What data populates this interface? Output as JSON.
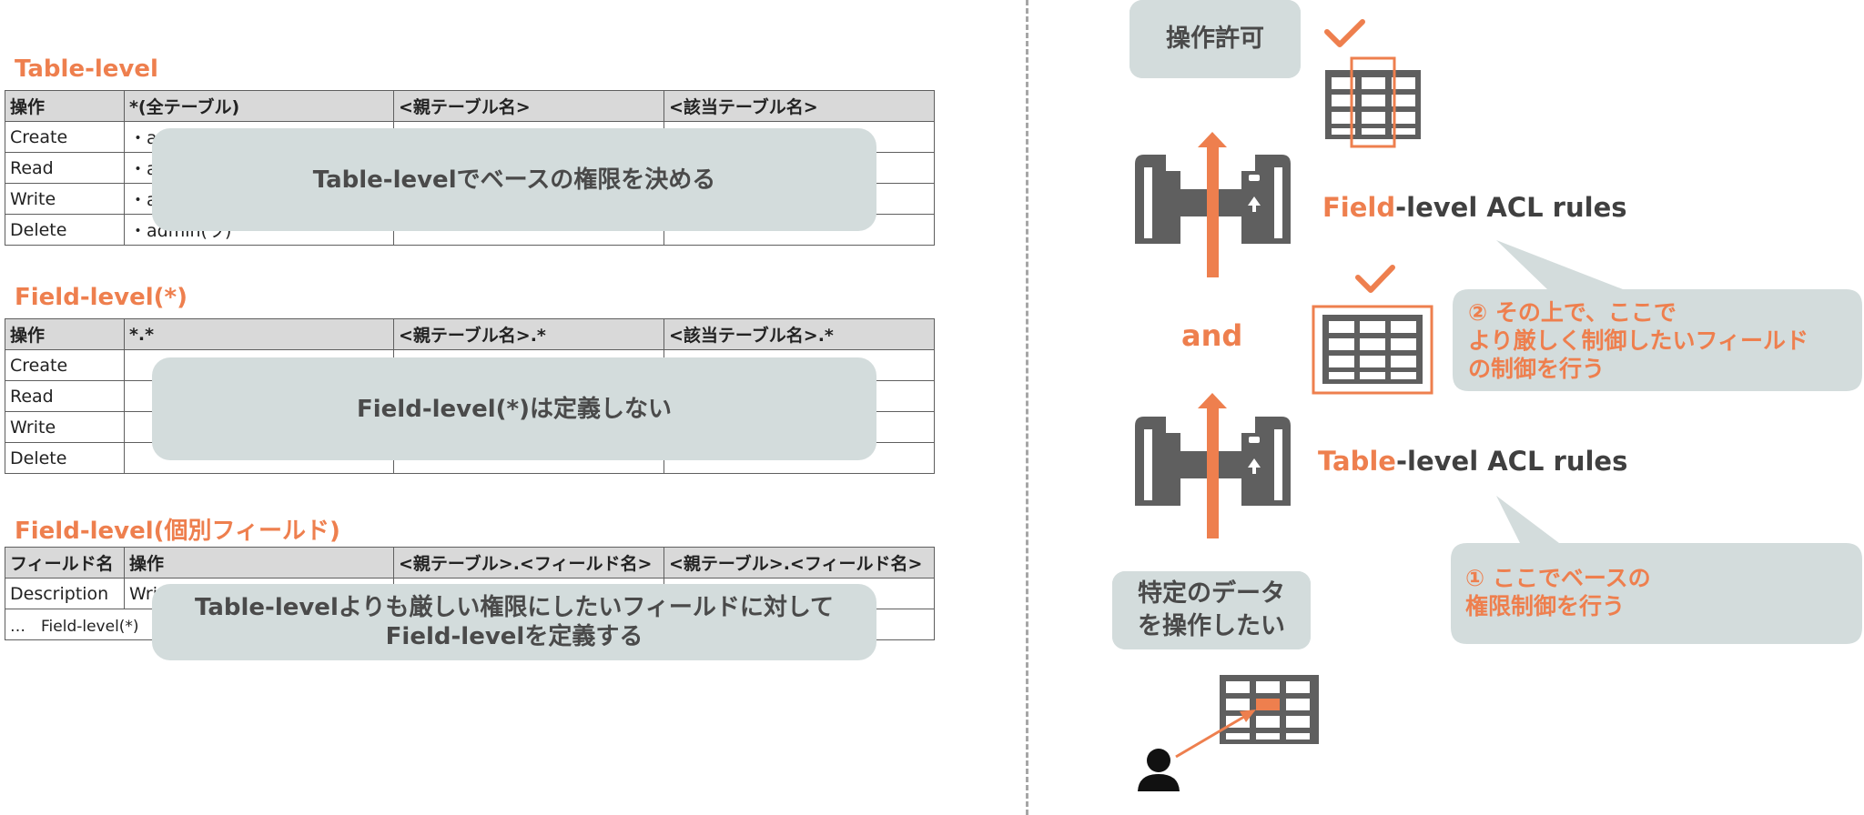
{
  "left": {
    "table_section": {
      "title": "Table-level",
      "headers": [
        "操作",
        "*(全テーブル)",
        "<親テーブル名>",
        "<該当テーブル名>"
      ],
      "rows": [
        [
          "Create",
          "・a",
          "",
          ""
        ],
        [
          "Read",
          "・a",
          "",
          ""
        ],
        [
          "Write",
          "・a",
          "",
          ""
        ],
        [
          "Delete",
          "・admin(ワ)",
          "",
          ""
        ]
      ],
      "overlay": "Table-levelでベースの権限を決める"
    },
    "field_star_section": {
      "title": "Field-level(*)",
      "headers": [
        "操作",
        "*.*",
        "<親テーブル名>.*",
        "<該当テーブル名>.*"
      ],
      "rows": [
        [
          "Create",
          "",
          "",
          ""
        ],
        [
          "Read",
          "",
          "",
          ""
        ],
        [
          "Write",
          "",
          "",
          ""
        ],
        [
          "Delete",
          "",
          "",
          ""
        ]
      ],
      "overlay": "Field-level(*)は定義しない"
    },
    "field_individual_section": {
      "title": "Field-level(個別フィールド)",
      "headers": [
        "フィールド名",
        "操作",
        "<親テーブル>.<フィールド名>",
        "<親テーブル>.<フィールド名>"
      ],
      "rows": [
        [
          "Description",
          "Wri",
          "",
          ""
        ],
        [
          "…　Field-level(*)",
          "",
          "",
          ""
        ]
      ],
      "overlay_line1": "Table-levelよりも厳しい権限にしたいフィールドに対して",
      "overlay_line2": "Field-levelを定義する"
    }
  },
  "right": {
    "permission_pill": "操作許可",
    "field_rule": {
      "highlight": "Field",
      "rest": "-level ACL rules"
    },
    "table_rule": {
      "highlight": "Table",
      "rest": "-level ACL rules"
    },
    "and_label": "and",
    "callout_2": {
      "line1": "② その上で、ここで",
      "line2": "より厳しく制御したいフィールド",
      "line3": "の制御を行う"
    },
    "callout_1": {
      "line1": "① ここでベースの",
      "line2": "権限制御を行う"
    },
    "request_pill": {
      "line1": "特定のデータ",
      "line2": "を操作したい"
    }
  },
  "icons": [
    "check-icon",
    "table-grid-icon",
    "turnstile-gate-icon",
    "up-arrow-icon",
    "user-icon"
  ],
  "colors": {
    "accent": "#ee7f4e",
    "icon_gray": "#5f5f5f",
    "overlay_bg": "#d3dcdc",
    "header_bg": "#d9d9d9"
  }
}
